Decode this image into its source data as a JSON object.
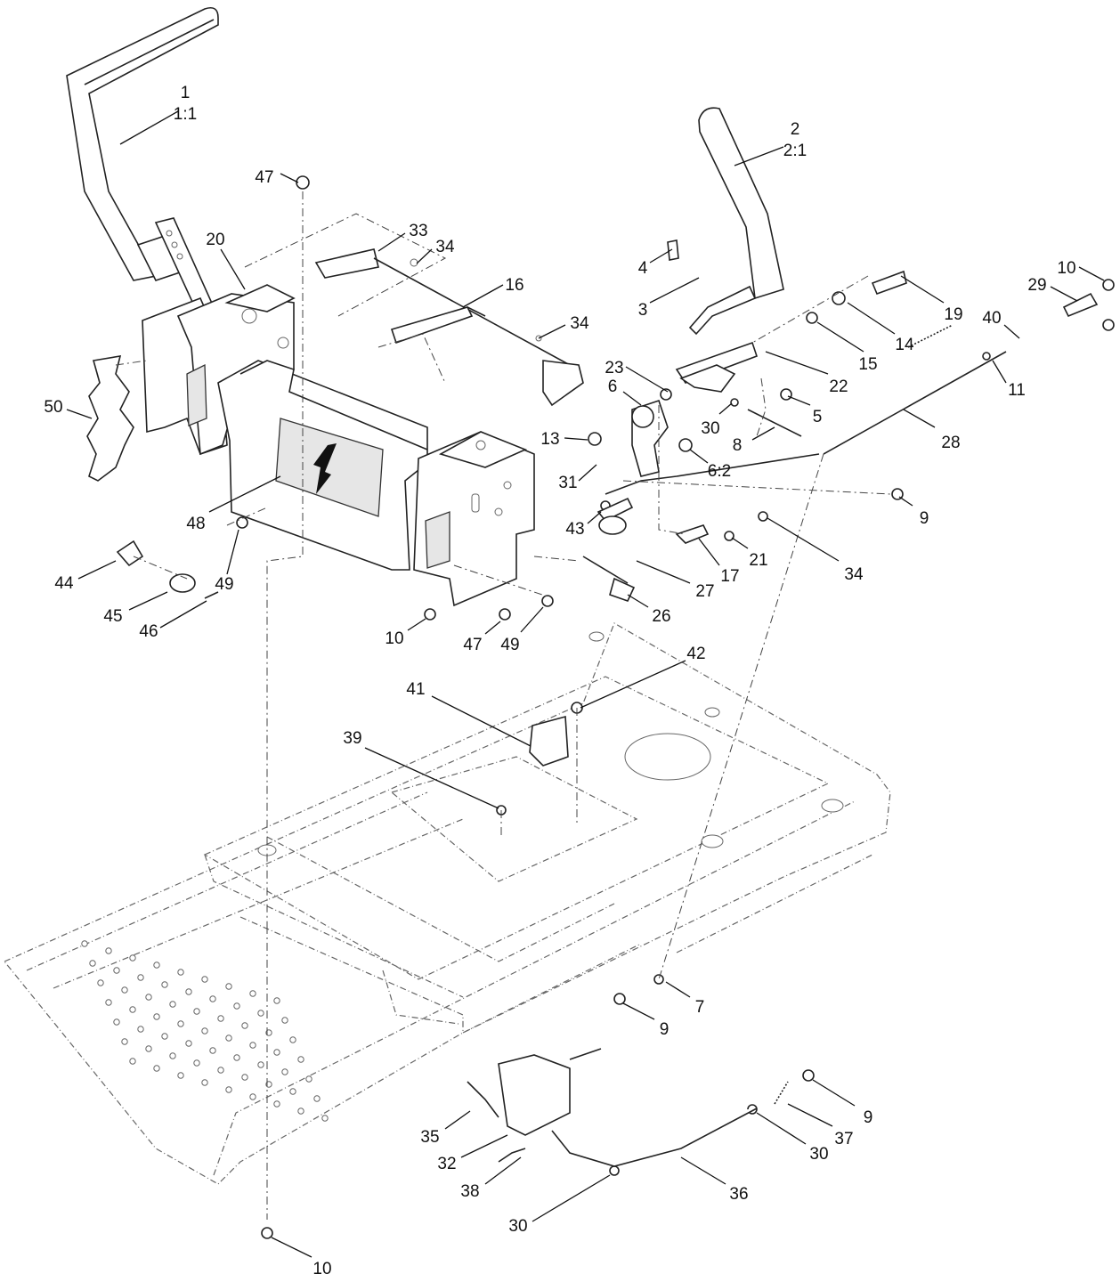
{
  "callouts": [
    {
      "id": "1",
      "lines": [
        "1",
        "1:1"
      ]
    },
    {
      "id": "2",
      "lines": [
        "2",
        "2:1"
      ]
    },
    {
      "id": "47a",
      "lines": [
        "47"
      ]
    },
    {
      "id": "20",
      "lines": [
        "20"
      ]
    },
    {
      "id": "33",
      "lines": [
        "33"
      ]
    },
    {
      "id": "34a",
      "lines": [
        "34"
      ]
    },
    {
      "id": "16",
      "lines": [
        "16"
      ]
    },
    {
      "id": "34b",
      "lines": [
        "34"
      ]
    },
    {
      "id": "4",
      "lines": [
        "4"
      ]
    },
    {
      "id": "3",
      "lines": [
        "3"
      ]
    },
    {
      "id": "10a",
      "lines": [
        "10"
      ]
    },
    {
      "id": "29",
      "lines": [
        "29"
      ]
    },
    {
      "id": "19",
      "lines": [
        "19"
      ]
    },
    {
      "id": "40",
      "lines": [
        "40"
      ]
    },
    {
      "id": "14",
      "lines": [
        "14"
      ]
    },
    {
      "id": "15",
      "lines": [
        "15"
      ]
    },
    {
      "id": "22",
      "lines": [
        "22"
      ]
    },
    {
      "id": "11",
      "lines": [
        "11"
      ]
    },
    {
      "id": "23",
      "lines": [
        "23"
      ]
    },
    {
      "id": "6",
      "lines": [
        "6"
      ]
    },
    {
      "id": "30a",
      "lines": [
        "30"
      ]
    },
    {
      "id": "5",
      "lines": [
        "5"
      ]
    },
    {
      "id": "28",
      "lines": [
        "28"
      ]
    },
    {
      "id": "13",
      "lines": [
        "13"
      ]
    },
    {
      "id": "8",
      "lines": [
        "8"
      ]
    },
    {
      "id": "6_2",
      "lines": [
        "6:2"
      ]
    },
    {
      "id": "50",
      "lines": [
        "50"
      ]
    },
    {
      "id": "31",
      "lines": [
        "31"
      ]
    },
    {
      "id": "9a",
      "lines": [
        "9"
      ]
    },
    {
      "id": "43",
      "lines": [
        "43"
      ]
    },
    {
      "id": "48",
      "lines": [
        "48"
      ]
    },
    {
      "id": "21",
      "lines": [
        "21"
      ]
    },
    {
      "id": "34c",
      "lines": [
        "34"
      ]
    },
    {
      "id": "17",
      "lines": [
        "17"
      ]
    },
    {
      "id": "27",
      "lines": [
        "27"
      ]
    },
    {
      "id": "44",
      "lines": [
        "44"
      ]
    },
    {
      "id": "49a",
      "lines": [
        "49"
      ]
    },
    {
      "id": "45",
      "lines": [
        "45"
      ]
    },
    {
      "id": "26",
      "lines": [
        "26"
      ]
    },
    {
      "id": "46",
      "lines": [
        "46"
      ]
    },
    {
      "id": "10b",
      "lines": [
        "10"
      ]
    },
    {
      "id": "47b",
      "lines": [
        "47"
      ]
    },
    {
      "id": "49b",
      "lines": [
        "49"
      ]
    },
    {
      "id": "42",
      "lines": [
        "42"
      ]
    },
    {
      "id": "41",
      "lines": [
        "41"
      ]
    },
    {
      "id": "39",
      "lines": [
        "39"
      ]
    },
    {
      "id": "7",
      "lines": [
        "7"
      ]
    },
    {
      "id": "9b",
      "lines": [
        "9"
      ]
    },
    {
      "id": "9c",
      "lines": [
        "9"
      ]
    },
    {
      "id": "35",
      "lines": [
        "35"
      ]
    },
    {
      "id": "37",
      "lines": [
        "37"
      ]
    },
    {
      "id": "32",
      "lines": [
        "32"
      ]
    },
    {
      "id": "30b",
      "lines": [
        "30"
      ]
    },
    {
      "id": "38",
      "lines": [
        "38"
      ]
    },
    {
      "id": "36",
      "lines": [
        "36"
      ]
    },
    {
      "id": "30c",
      "lines": [
        "30"
      ]
    },
    {
      "id": "10c",
      "lines": [
        "10"
      ]
    }
  ]
}
